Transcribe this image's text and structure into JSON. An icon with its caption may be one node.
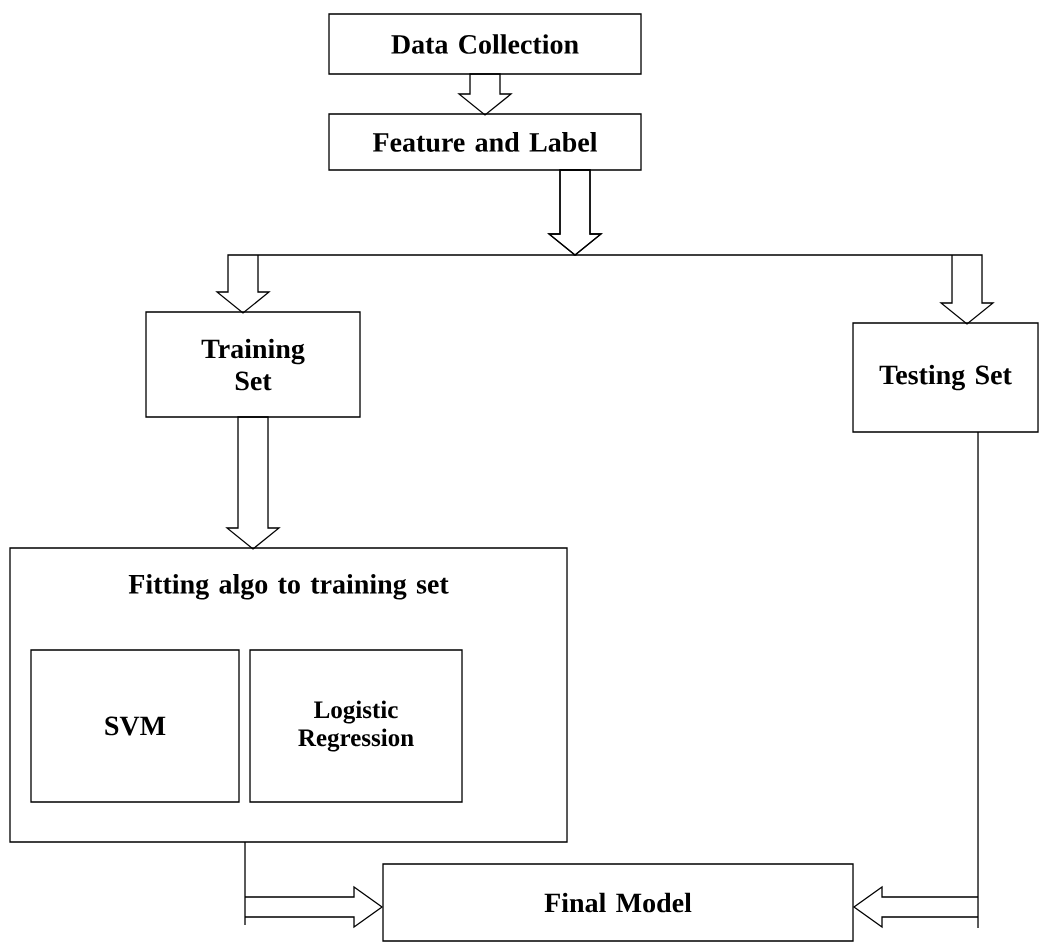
{
  "diagram": {
    "nodes": [
      {
        "text": [
          "Data Collection"
        ]
      },
      {
        "text": [
          "Feature and Label"
        ]
      },
      {
        "text": [
          "Training Set"
        ]
      },
      {
        "text": [
          "Testing Set"
        ]
      },
      {
        "text": [
          "Fitting algo to training set"
        ]
      },
      {
        "text": [
          "SVM"
        ],
        "in": 4
      },
      {
        "text": [
          "Logistic Regression"
        ],
        "in": 4
      },
      {
        "text": [
          "Final Model"
        ]
      }
    ],
    "edges": [
      {
        "from": 0,
        "to": 1,
        "arrow": "to"
      },
      {
        "from": 1,
        "to": 2,
        "arrow": "to"
      },
      {
        "from": 1,
        "to": 3,
        "arrow": "to"
      },
      {
        "from": 2,
        "to": 4,
        "arrow": "to"
      },
      {
        "from": 4,
        "to": 7,
        "arrow": "to"
      },
      {
        "from": 3,
        "to": 7,
        "arrow": "to"
      }
    ]
  }
}
